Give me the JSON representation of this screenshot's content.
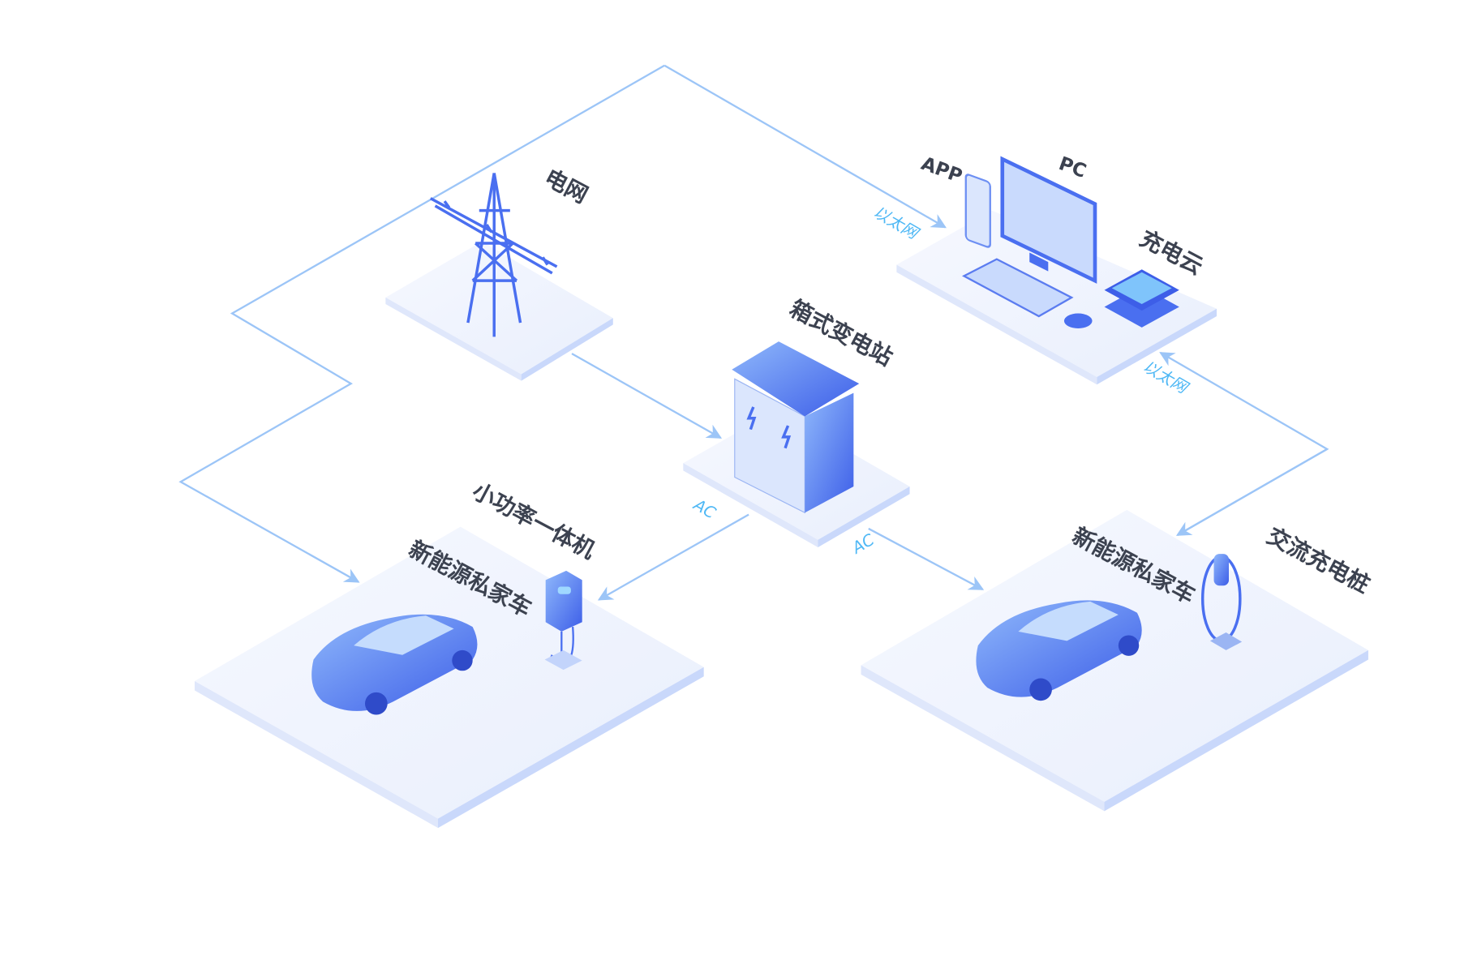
{
  "labels": {
    "grid": "电网",
    "substation": "箱式变电站",
    "app": "APP",
    "pc": "PC",
    "cloud": "充电云",
    "small_charger": "小功率一体机",
    "car_left": "新能源私家车",
    "car_right": "新能源私家车",
    "ac_pile": "交流充电桩"
  },
  "links": {
    "ethernet_top": "以太网",
    "ethernet_right": "以太网",
    "ac_left": "AC",
    "ac_right": "AC"
  },
  "colors": {
    "line": "#9cc5f7",
    "tag": "#4fb8f5",
    "object": "#4a6ff0",
    "platform": "#eef3fd"
  }
}
